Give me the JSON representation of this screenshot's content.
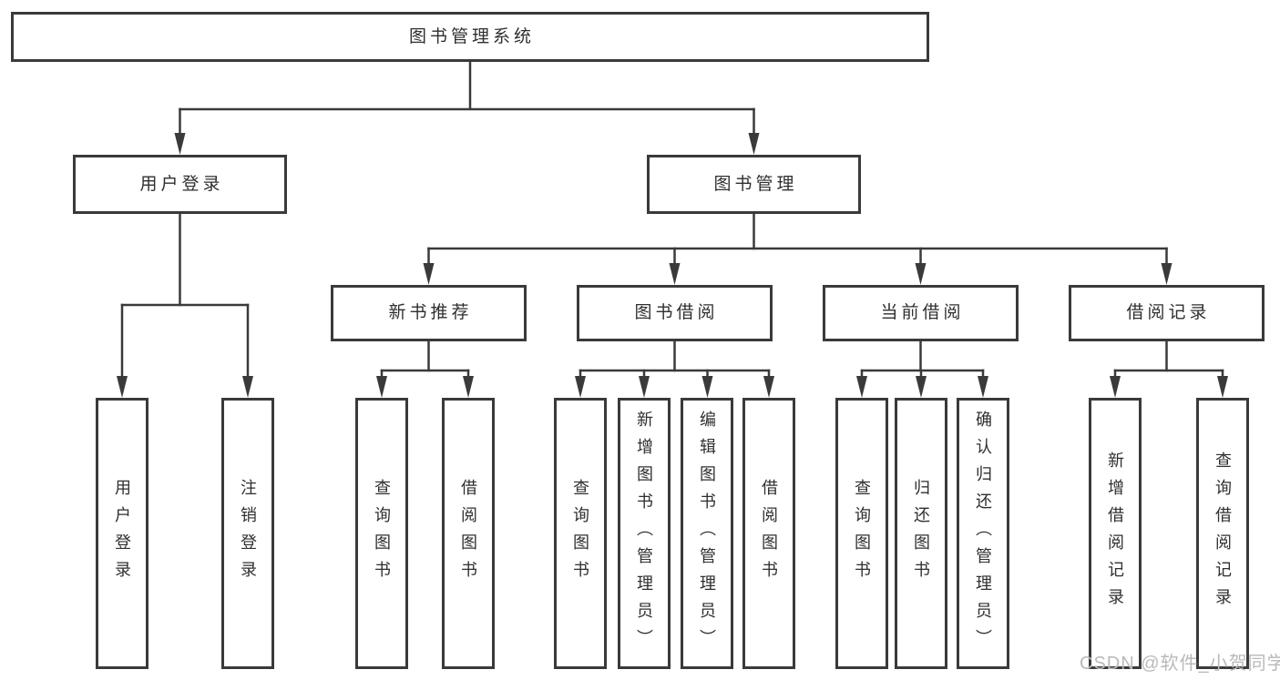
{
  "colors": {
    "line": "#3a3a3a",
    "box_border": "#3a3a3a",
    "text": "#2f2f2f",
    "background": "#ffffff",
    "watermark": "#b9b9b9"
  },
  "nodes": {
    "root": {
      "label": "图书管理系统"
    },
    "user_login": {
      "label": "用户登录"
    },
    "book_management": {
      "label": "图书管理"
    },
    "new_book_recommend": {
      "label": "新书推荐"
    },
    "book_borrow": {
      "label": "图书借阅"
    },
    "current_borrow": {
      "label": "当前借阅"
    },
    "borrow_records": {
      "label": "借阅记录"
    },
    "leaf_user_login": {
      "label": "用户登录"
    },
    "leaf_logout": {
      "label": "注销登录"
    },
    "leaf_query_books_1": {
      "label": "查询图书"
    },
    "leaf_borrow_books_1": {
      "label": "借阅图书"
    },
    "leaf_query_books_2": {
      "label": "查询图书"
    },
    "leaf_add_book_admin": {
      "label": "新增图书（管理员）"
    },
    "leaf_edit_book_admin": {
      "label": "编辑图书（管理员）"
    },
    "leaf_borrow_books_2": {
      "label": "借阅图书"
    },
    "leaf_query_books_3": {
      "label": "查询图书"
    },
    "leaf_return_books": {
      "label": "归还图书"
    },
    "leaf_confirm_return_admin": {
      "label": "确认归还（管理员）"
    },
    "leaf_add_borrow_record": {
      "label": "新增借阅记录"
    },
    "leaf_query_borrow_record": {
      "label": "查询借阅记录"
    }
  },
  "watermark": {
    "text": "CSDN @软件_小贺同学"
  }
}
